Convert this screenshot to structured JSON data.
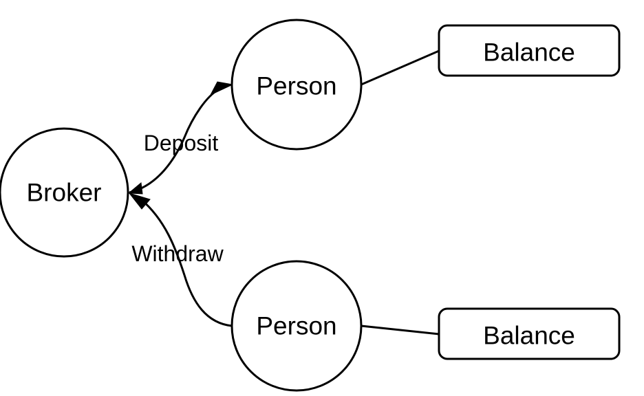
{
  "nodes": {
    "broker": {
      "label": "Broker"
    },
    "person_top": {
      "label": "Person"
    },
    "person_bottom": {
      "label": "Person"
    },
    "balance_top": {
      "label": "Balance"
    },
    "balance_bottom": {
      "label": "Balance"
    }
  },
  "edges": {
    "deposit": {
      "label": "Deposit",
      "from": "Broker",
      "to": "Person",
      "directed": true
    },
    "withdraw": {
      "label": "Withdraw",
      "from": "Person",
      "to": "Broker",
      "directed": true
    },
    "person_top_balance": {
      "from": "Person",
      "to": "Balance",
      "directed": false
    },
    "person_bottom_balance": {
      "from": "Person",
      "to": "Balance",
      "directed": false
    }
  },
  "colors": {
    "stroke": "#000000",
    "background": "#ffffff"
  }
}
